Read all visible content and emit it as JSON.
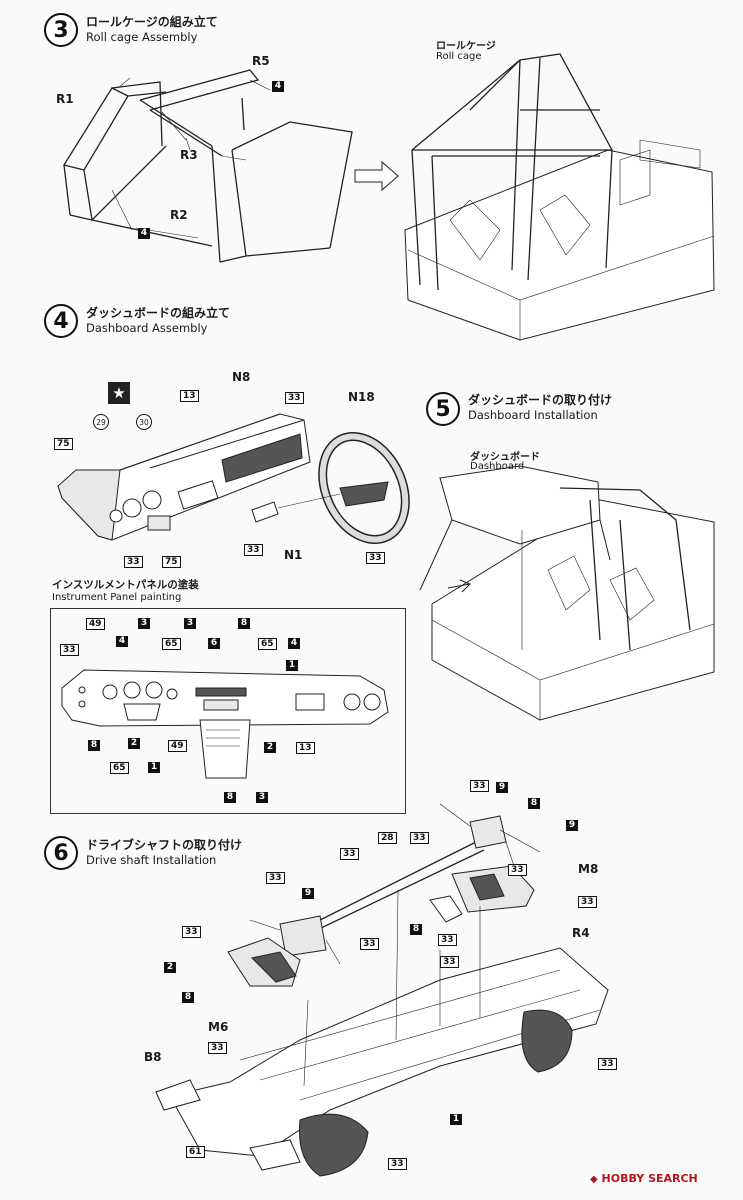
{
  "steps": [
    {
      "number": "3",
      "title_ja": "ロールケージの組み立て",
      "title_en": "Roll cage Assembly"
    },
    {
      "number": "4",
      "title_ja": "ダッシュボードの組み立て",
      "title_en": "Dashboard Assembly"
    },
    {
      "number": "5",
      "title_ja": "ダッシュボードの取り付け",
      "title_en": "Dashboard Installation"
    },
    {
      "number": "6",
      "title_ja": "ドライブシャフトの取り付け",
      "title_en": "Drive shaft Installation"
    }
  ],
  "step3": {
    "part_labels": [
      "R1",
      "R5",
      "R3",
      "R2"
    ],
    "part_numbers": [
      "4",
      "4"
    ],
    "result_label_ja": "ロールケージ",
    "result_label_en": "Roll cage"
  },
  "step4": {
    "part_labels": [
      "N8",
      "N18",
      "N1"
    ],
    "paint_codes": [
      "13",
      "33",
      "75",
      "75",
      "33",
      "33",
      "33"
    ],
    "circle_codes": [
      "29",
      "30"
    ],
    "star_symbol": "★",
    "panel": {
      "title_ja": "インスツルメントパネルの塗装",
      "title_en": "Instrument Panel painting",
      "codes_black": [
        "3",
        "8",
        "4",
        "6",
        "1",
        "2",
        "1",
        "2",
        "3",
        "8",
        "8",
        "3",
        "4"
      ],
      "codes_outline": [
        "49",
        "33",
        "65",
        "65",
        "65",
        "49",
        "13"
      ]
    }
  },
  "step5": {
    "label_ja": "ダッシュボード",
    "label_en": "Dashboard"
  },
  "step6": {
    "part_labels": [
      "M8",
      "R4",
      "M6",
      "B8"
    ],
    "codes_outline": [
      "33",
      "28",
      "33",
      "33",
      "33",
      "33",
      "33",
      "33",
      "33",
      "33",
      "33",
      "33",
      "33",
      "61",
      "33"
    ],
    "codes_black": [
      "9",
      "8",
      "9",
      "9",
      "8",
      "2",
      "8",
      "1"
    ]
  },
  "watermark": {
    "text": "HOBBY SEARCH"
  }
}
